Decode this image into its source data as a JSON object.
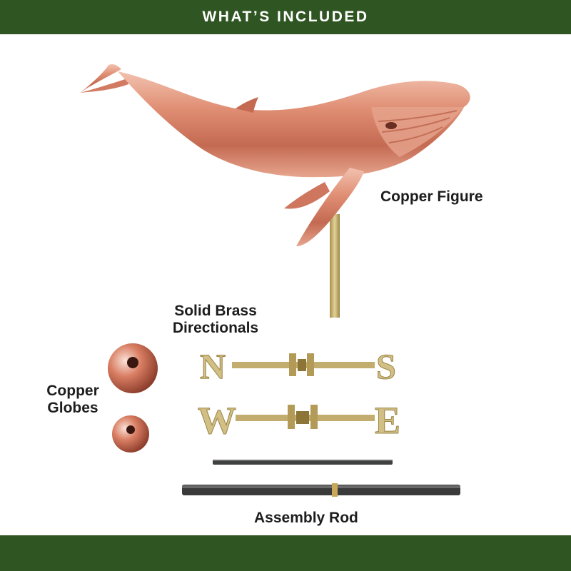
{
  "banner": {
    "title": "WHAT’S INCLUDED"
  },
  "labels": {
    "copper_figure": "Copper Figure",
    "brass_line1": "Solid Brass",
    "brass_line2": "Directionals",
    "globes_line1": "Copper",
    "globes_line2": "Globes",
    "assembly_rod": "Assembly Rod"
  },
  "directionals": {
    "north": "N",
    "south": "S",
    "west": "W",
    "east": "E"
  },
  "colors": {
    "banner": "#2f5522",
    "copper": "#d9826a",
    "brass": "#c9b57a",
    "rod": "#3c3c3c"
  },
  "icons": [
    "whale-figure",
    "copper-globe",
    "brass-directional",
    "assembly-rod"
  ]
}
